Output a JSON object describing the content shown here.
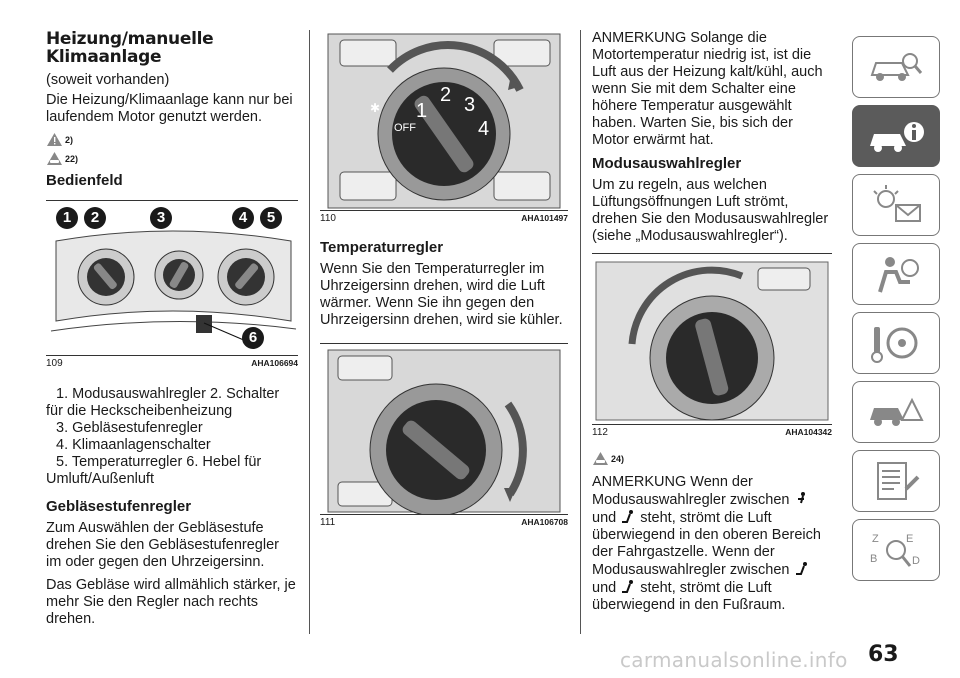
{
  "col1": {
    "title": "Heizung/manuelle Klimaanlage",
    "subtitle": "(soweit vorhanden)",
    "intro": "Die Heizung/Klimaanlage kann nur bei laufendem Motor genutzt werden.",
    "warn1": "2)",
    "warn2": "22)",
    "panel_heading": "Bedienfeld",
    "fig109": {
      "num": "109",
      "code": "AHA106694",
      "callouts": [
        "1",
        "2",
        "3",
        "4",
        "5",
        "6"
      ]
    },
    "legend": [
      "1. Modusauswahlregler  2. Schalter für die Heckscheibenheizung",
      "3. Gebläsestufenregler",
      "4. Klimaanlagenschalter",
      "5. Temperaturregler  6. Hebel für Umluft/Außenluft"
    ],
    "fan_heading": "Gebläsestufenregler",
    "fan_p1": "Zum Auswählen der Gebläsestufe drehen Sie den Gebläsestufenregler im oder gegen den Uhrzeigersinn.",
    "fan_p2": "Das Gebläse wird allmählich stärker, je mehr Sie den Regler nach rechts drehen."
  },
  "col2": {
    "fig110": {
      "num": "110",
      "code": "AHA101497",
      "dial": [
        "OFF",
        "1",
        "2",
        "3",
        "4"
      ]
    },
    "temp_heading": "Temperaturregler",
    "temp_p": "Wenn Sie den Temperaturregler im Uhrzeigersinn drehen, wird die Luft wärmer. Wenn Sie ihn gegen den Uhrzeigersinn drehen, wird sie kühler.",
    "fig111": {
      "num": "111",
      "code": "AHA106708"
    }
  },
  "col3": {
    "note1": "ANMERKUNG  Solange die Motortemperatur niedrig ist, ist die Luft aus der Heizung kalt/kühl, auch wenn Sie mit dem Schalter eine höhere Temperatur ausgewählt haben. Warten Sie, bis sich der Motor erwärmt hat.",
    "mode_heading": "Modusauswahlregler",
    "mode_p": "Um zu regeln, aus welchen Lüftungsöffnungen Luft strömt, drehen Sie den Modusauswahlregler (siehe „Modusauswahlregler“).",
    "fig112": {
      "num": "112",
      "code": "AHA104342"
    },
    "warn3": "24)",
    "note2_a": "ANMERKUNG  Wenn der Modusauswahlregler zwischen",
    "note2_b": "und",
    "note2_c": "steht, strömt die Luft überwiegend in den oberen Bereich der Fahrgastzelle. Wenn der Modusauswahlregler zwischen",
    "note2_d": "und",
    "note2_e": "steht, strömt die Luft überwiegend in den Fußraum."
  },
  "sidebar": {
    "tabs": [
      "car-search-icon",
      "car-info-icon",
      "warning-lights-icon",
      "airbag-person-icon",
      "steering-key-icon",
      "car-breakdown-icon",
      "service-checklist-icon",
      "index-search-icon"
    ],
    "active": 1
  },
  "page_number": "63",
  "watermark": "carmanualsonline.info"
}
